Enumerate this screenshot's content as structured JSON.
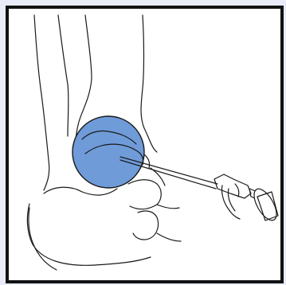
{
  "image": {
    "subject": "ankle-arthroscopy-illustration",
    "colors": {
      "background": "#e9ecf8",
      "frame_border": "#111111",
      "panel": "#ffffff",
      "outline": "#1a1a1a",
      "highlight_fill": "#6f9bd9",
      "highlight_stroke": "#1a1a1a"
    },
    "icons": [
      "ankle-joint-bones",
      "highlight-circle",
      "arthroscope-instrument"
    ]
  }
}
